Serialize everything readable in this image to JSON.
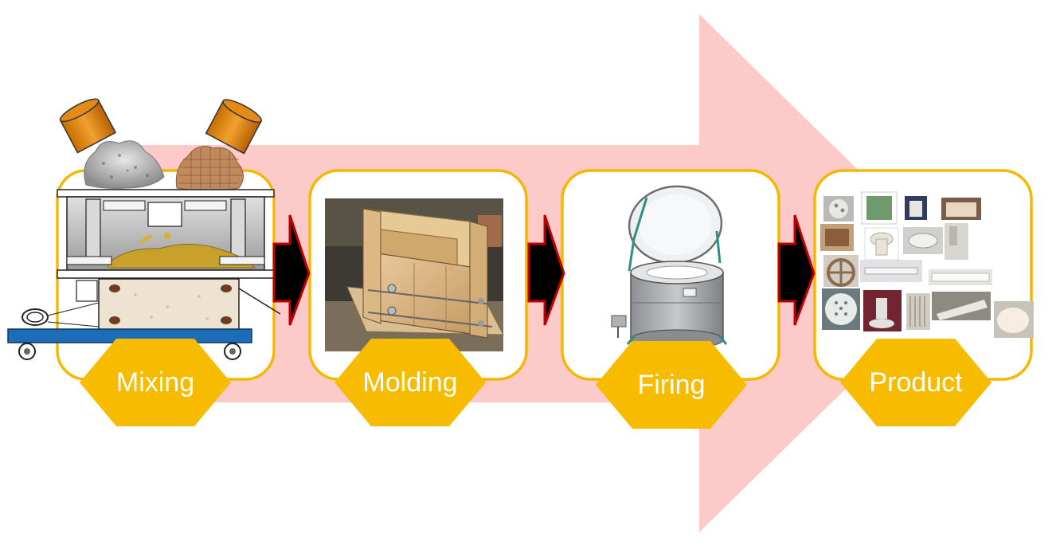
{
  "process": {
    "steps": [
      {
        "id": "mixing",
        "label": "Mixing",
        "illustration": "mixing-machine-illustration"
      },
      {
        "id": "molding",
        "label": "Molding",
        "illustration": "wooden-mold-photo"
      },
      {
        "id": "firing",
        "label": "Firing",
        "illustration": "kiln-photo"
      },
      {
        "id": "product",
        "label": "Product",
        "illustration": "ceramic-products-collage"
      }
    ],
    "connector_icon": "right-arrow-icon",
    "background_icon": "big-pink-arrow"
  },
  "colors": {
    "big_arrow": "#fdcaca",
    "card_border": "#f5b800",
    "hexagon": "#f7bc00",
    "connector_fill": "#000000",
    "connector_stroke": "#c00000",
    "label_text": "#ffffff"
  }
}
